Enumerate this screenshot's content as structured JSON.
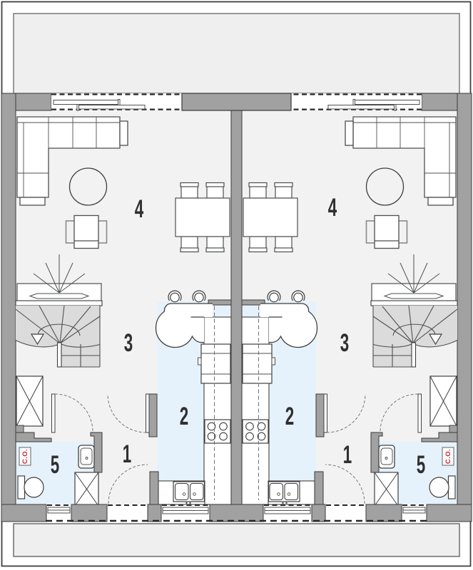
{
  "plan": {
    "type": "floor-plan",
    "units": [
      "left-unit",
      "right-unit"
    ],
    "rooms": {
      "entry_hall": {
        "number": "1"
      },
      "kitchen": {
        "number": "2"
      },
      "hall_stairs": {
        "number": "3"
      },
      "living_room": {
        "number": "4"
      },
      "bathroom": {
        "number": "5"
      }
    },
    "annotations": {
      "central_heating_label": "C.O."
    },
    "colors": {
      "wall": "#a1a1a1",
      "floor": "#f2f2f2",
      "wet_room_floor": "#e6f2fb",
      "stairs": "#dbdbdb",
      "outdoor": "#efefef",
      "heating_label_red": "#cc2229",
      "line": "#3a3a3a"
    }
  }
}
